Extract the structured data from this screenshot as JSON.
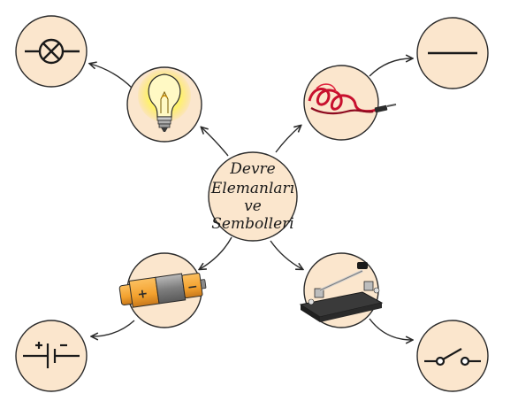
{
  "center": {
    "lines": [
      "Devre",
      "Elemanları",
      "ve",
      "Sembolleri"
    ]
  },
  "nodes": [
    {
      "name": "bulb-photo",
      "symbol": "lamp-symbol"
    },
    {
      "name": "wire-photo",
      "symbol": "wire-symbol"
    },
    {
      "name": "battery-photo",
      "symbol": "battery-symbol",
      "battery_plus": "+",
      "battery_minus": "−"
    },
    {
      "name": "switch-photo",
      "symbol": "switch-symbol"
    }
  ],
  "colors": {
    "circle_fill": "#fbe6cd",
    "circle_stroke": "#2b2b2b",
    "bulb_glow": "#fff36a",
    "battery_orange": "#f3a12e",
    "battery_body": "#8a8a8a",
    "wire_red": "#c8102e",
    "switch_base": "#2b2b2b"
  }
}
